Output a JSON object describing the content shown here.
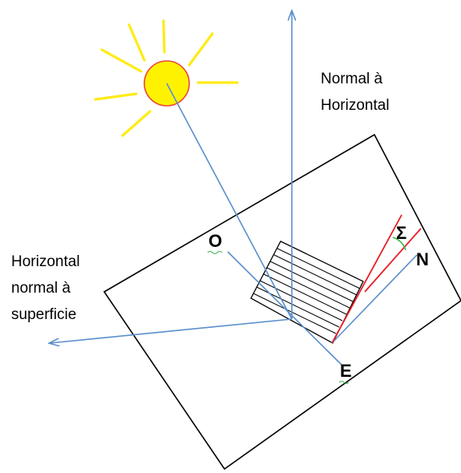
{
  "labels": {
    "normal_horizontal_line1": "Normal à",
    "normal_horizontal_line2": "Horizontal",
    "horizontal_normal_line1": "Horizontal",
    "horizontal_normal_line2": "normal à",
    "horizontal_normal_line3": "superficie",
    "point_o": "O",
    "point_e": "E",
    "point_n": "N",
    "angle_sigma": "Σ"
  },
  "colors": {
    "sun_fill": "#FFF200",
    "sun_stroke": "#E8483A",
    "sun_rays": "#FFEB17",
    "blue_lines": "#5B8FCB",
    "red_lines": "#E81C24",
    "green_arc": "#3CB44A",
    "black_lines": "#000000"
  },
  "icons": {
    "sun": "sun-icon",
    "arrow": "arrowhead"
  }
}
